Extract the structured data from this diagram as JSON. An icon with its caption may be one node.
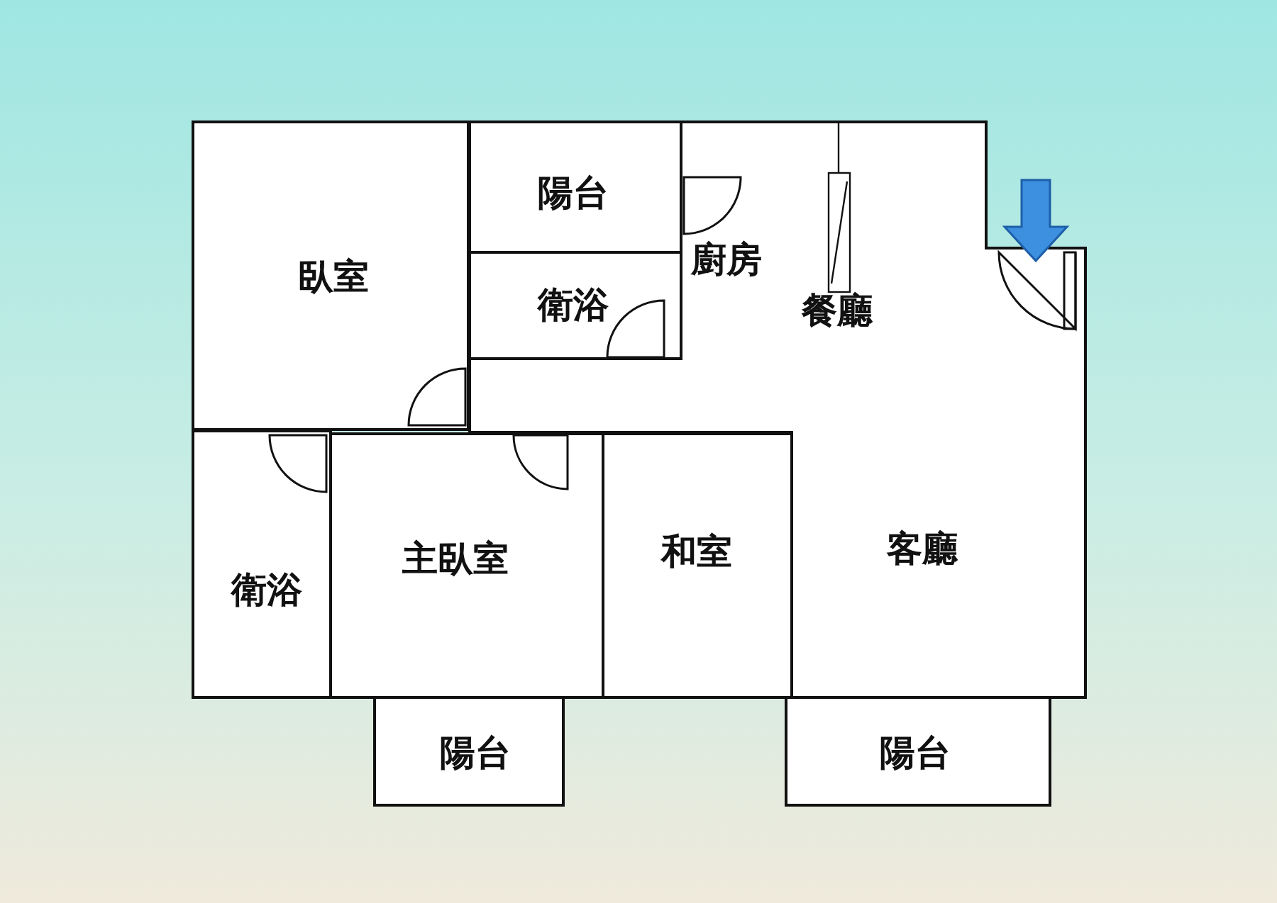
{
  "diagram": {
    "nodes": [
      {
        "text": [
          "臥室"
        ]
      },
      {
        "text": [
          "陽台"
        ]
      },
      {
        "text": [
          "衛浴"
        ]
      },
      {
        "text": [
          "廚房",
          "餐廳",
          "客廳"
        ]
      },
      {
        "text": [
          "衛浴"
        ]
      },
      {
        "text": [
          "主臥室"
        ]
      },
      {
        "text": [
          "和室"
        ]
      },
      {
        "text": [
          "陽台"
        ]
      },
      {
        "text": [
          "陽台"
        ]
      }
    ],
    "edges": []
  }
}
